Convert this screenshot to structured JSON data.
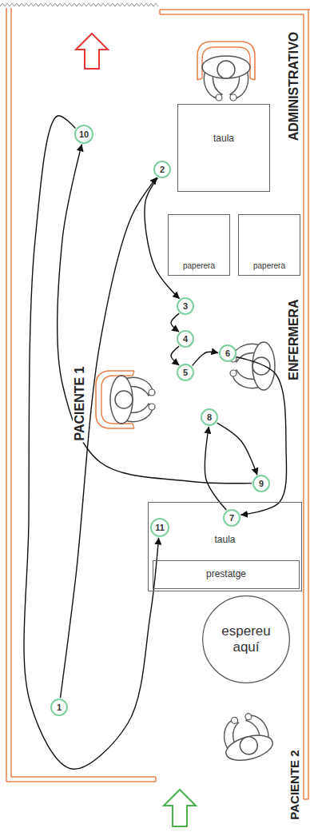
{
  "diagram": {
    "nodes": [
      {
        "text": [
          "taula"
        ]
      },
      {
        "text": [
          "paperera"
        ]
      },
      {
        "text": [
          "paperera"
        ]
      },
      {
        "text": [
          "taula"
        ]
      },
      {
        "text": [
          "prestatge"
        ],
        "in": 3
      },
      {
        "text": [
          "espereu aquí"
        ]
      },
      {
        "text": [
          "1"
        ]
      },
      {
        "text": [
          "2"
        ]
      },
      {
        "text": [
          "3"
        ]
      },
      {
        "text": [
          "4"
        ]
      },
      {
        "text": [
          "5"
        ]
      },
      {
        "text": [
          "6"
        ]
      },
      {
        "text": [
          "7"
        ]
      },
      {
        "text": [
          "8"
        ]
      },
      {
        "text": [
          "9"
        ]
      },
      {
        "text": [
          "10"
        ]
      },
      {
        "text": [
          "11"
        ]
      }
    ],
    "edges": [
      {
        "from": 6,
        "to": 7,
        "arrow": "to"
      },
      {
        "from": 7,
        "to": 8,
        "arrow": "to"
      },
      {
        "from": 8,
        "to": 9,
        "arrow": "to"
      },
      {
        "from": 9,
        "to": 10,
        "arrow": "to"
      },
      {
        "from": 10,
        "to": 11,
        "arrow": "to"
      },
      {
        "from": 11,
        "to": 12,
        "arrow": "to"
      },
      {
        "from": 12,
        "to": 13,
        "arrow": "to"
      },
      {
        "from": 13,
        "to": 14,
        "arrow": "to"
      },
      {
        "from": 14,
        "to": 15,
        "arrow": "to"
      },
      {
        "from": 15,
        "to": 16,
        "arrow": "to"
      }
    ],
    "labels": [
      "ADMINISTRATIVO",
      "ENFERMERA",
      "PACIENTE 1",
      "PACIENTE 2"
    ]
  }
}
